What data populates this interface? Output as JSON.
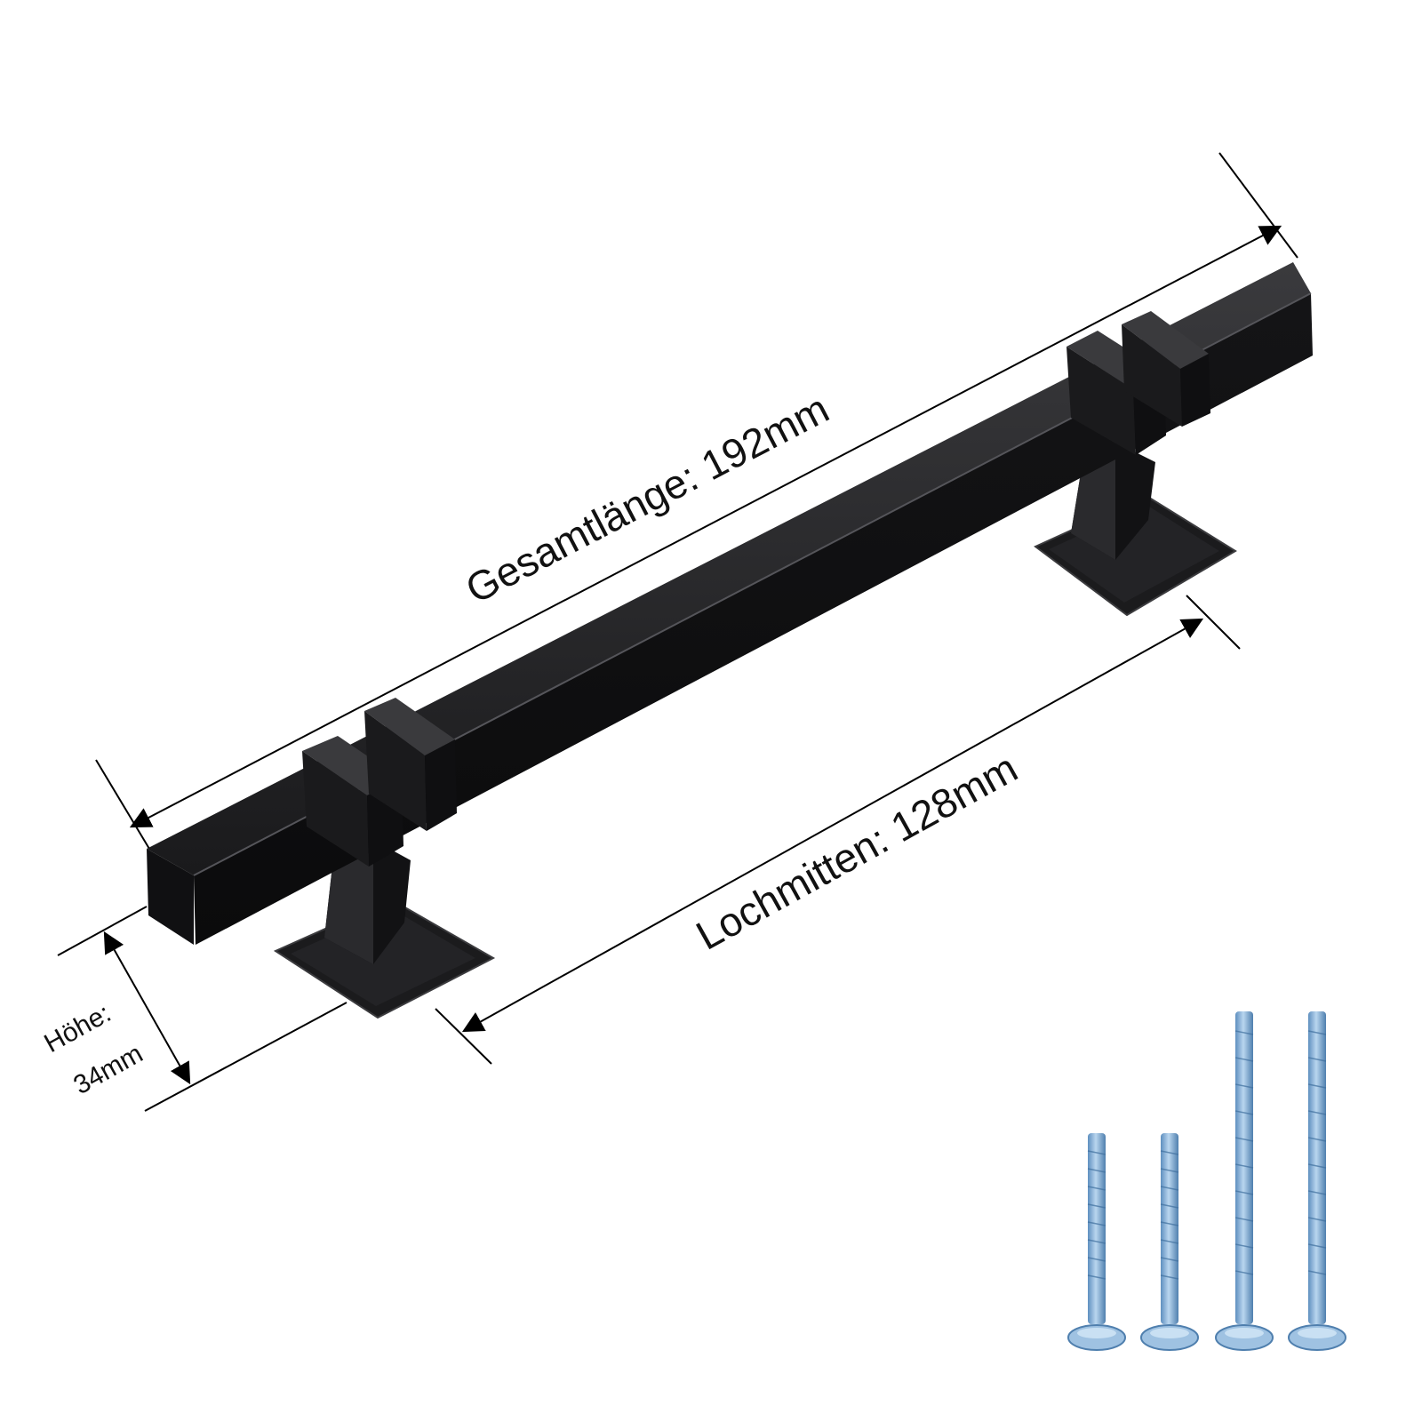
{
  "labels": {
    "overall_length": "Gesamtlänge: 192mm",
    "hole_spacing": "Lochmitten: 128mm",
    "height_label": "Höhe:",
    "height_value": "34mm"
  },
  "product": {
    "handle_color": "#1c1c1e",
    "screw_color": "#8fb8dc",
    "screw_count": 4
  },
  "dimension_line_color": "#000000"
}
